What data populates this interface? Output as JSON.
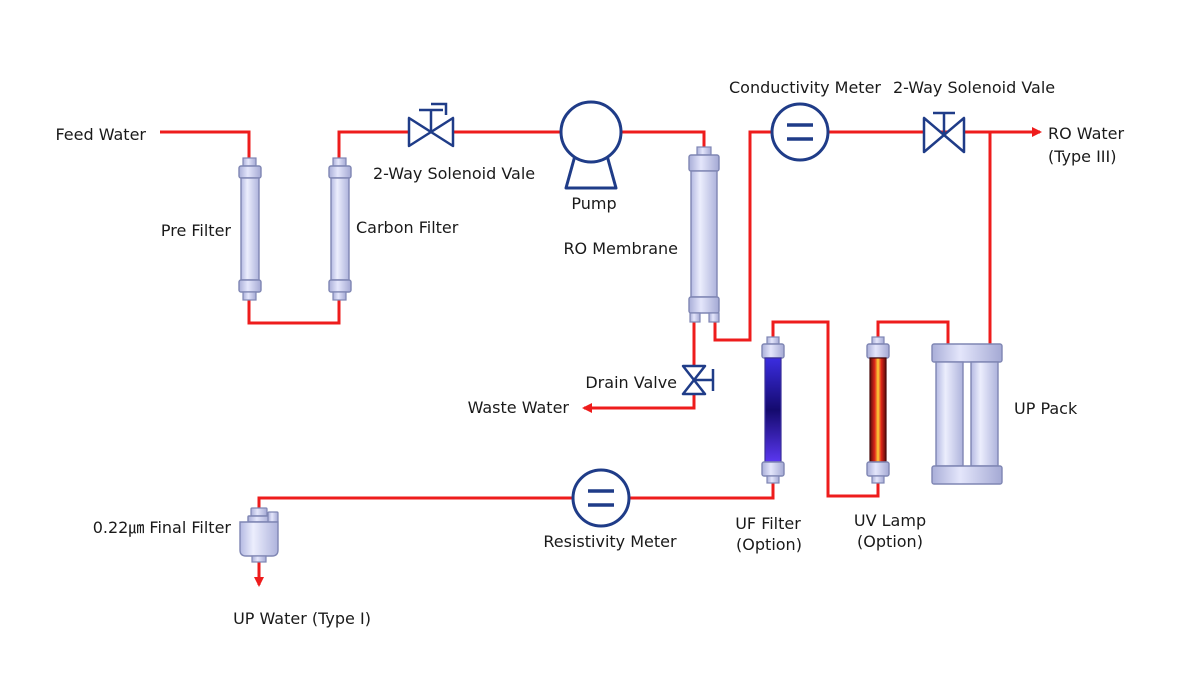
{
  "diagram": {
    "labels": {
      "feed_water": "Feed Water",
      "pre_filter": "Pre Filter",
      "carbon_filter": "Carbon Filter",
      "solenoid_valve_1": "2-Way Solenoid Vale",
      "pump": "Pump",
      "ro_membrane": "RO Membrane",
      "conductivity_meter": "Conductivity Meter",
      "solenoid_valve_2": "2-Way Solenoid Vale",
      "ro_water_line1": "RO Water",
      "ro_water_line2": "(Type III)",
      "drain_valve": "Drain Valve",
      "waste_water": "Waste Water",
      "up_pack": "UP Pack",
      "final_filter": "0.22㎛ Final Filter",
      "resistivity_meter": "Resistivity Meter",
      "uf_filter_line1": "UF Filter",
      "uf_filter_line2": "(Option)",
      "uv_lamp_line1": "UV Lamp",
      "uv_lamp_line2": "(Option)",
      "up_water": "UP Water (Type I)"
    },
    "colors": {
      "pipe": "#ee1c1c",
      "symbol_outline": "#1f3c88",
      "cartridge_fill": "#d2d6f3",
      "text": "#1a1a1a"
    },
    "icons": {
      "valve": "two-way-valve-icon",
      "meter": "meter-circle-icon",
      "pump": "centrifugal-pump-icon",
      "cartridge": "filter-cartridge-icon",
      "flow_arrow": "flow-arrow-icon"
    }
  }
}
